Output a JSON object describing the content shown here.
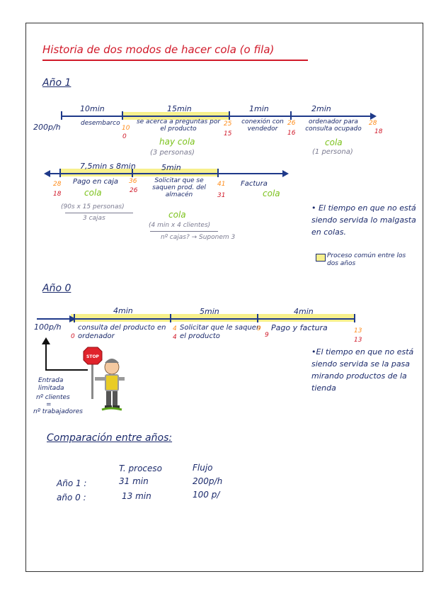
{
  "title": "Historia de dos modos de hacer cola (o fila)",
  "year1": {
    "heading": "Año 1",
    "flow_in": "200p/h",
    "row1": {
      "durations": [
        "10min",
        "15min",
        "1min",
        "2min"
      ],
      "steps": [
        "desembarco",
        "se acerca a preguntas por el producto",
        "conexión con vendedor",
        "ordenador para consulta ocupado"
      ],
      "times_orange": [
        "10",
        "25",
        "26",
        "28"
      ],
      "times_red": [
        "0",
        "15",
        "16",
        "18"
      ],
      "queue1": "hay cola",
      "queue1_note": "(3 personas)",
      "queue2": "cola",
      "queue2_note": "(1 persona)"
    },
    "row2": {
      "durations": [
        "7,5min s 8min",
        "5min"
      ],
      "times_orange": [
        "28",
        "36",
        "41"
      ],
      "times_red": [
        "18",
        "26",
        "31"
      ],
      "steps": [
        "Pago en caja",
        "Solicitar que se saquen prod. del almacén",
        "Factura"
      ],
      "queues": [
        "cola",
        "cola",
        "cola"
      ],
      "calc1": "(90s x 15 personas)",
      "calc1b": "3 cajas",
      "calc2": "(4 min x 4 clientes)",
      "calc2b": "nº cajas? → Suponem 3"
    },
    "note": "• El tiempo en que no está siendo servida lo malgasta en colas.",
    "legend": "Proceso común entre los dos años"
  },
  "year0": {
    "heading": "Año 0",
    "flow_in": "100p/h",
    "durations": [
      "4min",
      "5min",
      "4min"
    ],
    "steps": [
      "consulta del producto en ordenador",
      "Solicitar que le saquen el producto",
      "Pago y factura"
    ],
    "times_orange": [
      "4",
      "9",
      "13"
    ],
    "times_red": [
      "0",
      "4",
      "9",
      "13"
    ],
    "entry_note_1": "Entrada limitada",
    "entry_note_2": "nº clientes",
    "entry_note_3": "=",
    "entry_note_4": "nº trabajadores",
    "stop_sign": "STOP",
    "note": "•El tiempo en que no está siendo servida se la pasa mirando productos de la tienda"
  },
  "comparison": {
    "heading": "Comparación entre años:",
    "col_headers": [
      "T. proceso",
      "Flujo"
    ],
    "rows": [
      {
        "label": "Año 1 :",
        "process": "31 min",
        "flow": "200p/h"
      },
      {
        "label": "año 0 :",
        "process": "13 min",
        "flow": "100 p/"
      }
    ]
  },
  "colors": {
    "ink": "#1b2a6b",
    "title_red": "#d11a2a",
    "orange": "#ff8c1a",
    "green": "#7cc21c",
    "highlight": "#f7f08c"
  }
}
